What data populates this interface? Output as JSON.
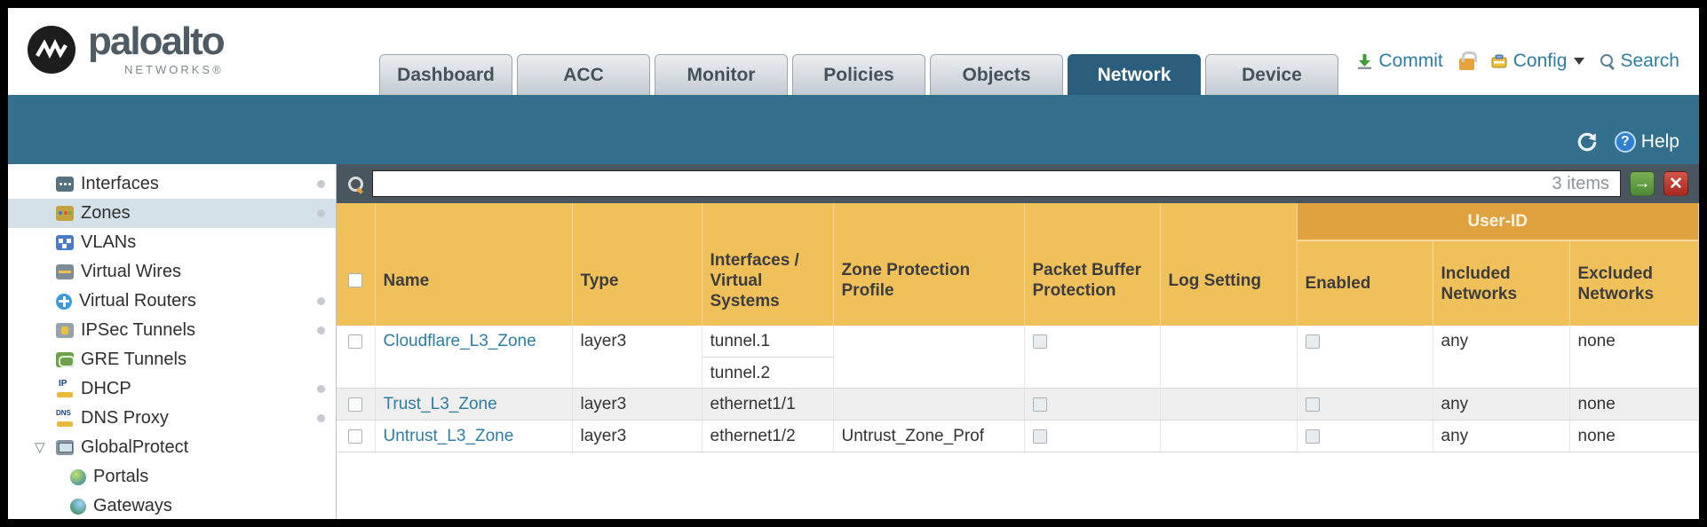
{
  "header": {
    "logo": {
      "brand": "paloalto",
      "sub": "NETWORKS®"
    },
    "tabs": [
      {
        "label": "Dashboard",
        "active": false
      },
      {
        "label": "ACC",
        "active": false
      },
      {
        "label": "Monitor",
        "active": false
      },
      {
        "label": "Policies",
        "active": false
      },
      {
        "label": "Objects",
        "active": false
      },
      {
        "label": "Network",
        "active": true
      },
      {
        "label": "Device",
        "active": false
      }
    ],
    "actions": {
      "commit": "Commit",
      "config": "Config",
      "search": "Search"
    }
  },
  "toolbar": {
    "help_label": "Help"
  },
  "sidebar": {
    "selected": "Zones",
    "items": [
      {
        "label": "Interfaces",
        "icon": "interfaces-icon",
        "has_dot": true
      },
      {
        "label": "Zones",
        "icon": "zones-icon",
        "has_dot": true,
        "selected": true
      },
      {
        "label": "VLANs",
        "icon": "vlans-icon",
        "has_dot": false
      },
      {
        "label": "Virtual Wires",
        "icon": "virtual-wires-icon",
        "has_dot": false
      },
      {
        "label": "Virtual Routers",
        "icon": "virtual-routers-icon",
        "has_dot": true
      },
      {
        "label": "IPSec Tunnels",
        "icon": "ipsec-tunnels-icon",
        "has_dot": true
      },
      {
        "label": "GRE Tunnels",
        "icon": "gre-tunnels-icon",
        "has_dot": false
      },
      {
        "label": "DHCP",
        "icon": "dhcp-icon",
        "has_dot": true
      },
      {
        "label": "DNS Proxy",
        "icon": "dns-proxy-icon",
        "has_dot": true
      },
      {
        "label": "GlobalProtect",
        "icon": "globalprotect-icon",
        "expanded": true
      },
      {
        "label": "Portals",
        "icon": "portals-icon",
        "child": true
      },
      {
        "label": "Gateways",
        "icon": "gateways-icon",
        "child": true
      }
    ]
  },
  "search": {
    "value": "",
    "items_count": "3 items"
  },
  "table": {
    "group_header": "User-ID",
    "columns": [
      "Name",
      "Type",
      "Interfaces / Virtual Systems",
      "Zone Protection Profile",
      "Packet Buffer Protection",
      "Log Setting",
      "Enabled",
      "Included Networks",
      "Excluded Networks"
    ],
    "rows": [
      {
        "name": "Cloudflare_L3_Zone",
        "type": "layer3",
        "interfaces": [
          "tunnel.1",
          "tunnel.2"
        ],
        "zone_protection_profile": "",
        "packet_buffer_protection": false,
        "log_setting": "",
        "enabled": false,
        "included_networks": "any",
        "excluded_networks": "none"
      },
      {
        "name": "Trust_L3_Zone",
        "type": "layer3",
        "interfaces": [
          "ethernet1/1"
        ],
        "zone_protection_profile": "",
        "packet_buffer_protection": false,
        "log_setting": "",
        "enabled": false,
        "included_networks": "any",
        "excluded_networks": "none"
      },
      {
        "name": "Untrust_L3_Zone",
        "type": "layer3",
        "interfaces": [
          "ethernet1/2"
        ],
        "zone_protection_profile": "Untrust_Zone_Prof",
        "packet_buffer_protection": false,
        "log_setting": "",
        "enabled": false,
        "included_networks": "any",
        "excluded_networks": "none"
      }
    ]
  }
}
